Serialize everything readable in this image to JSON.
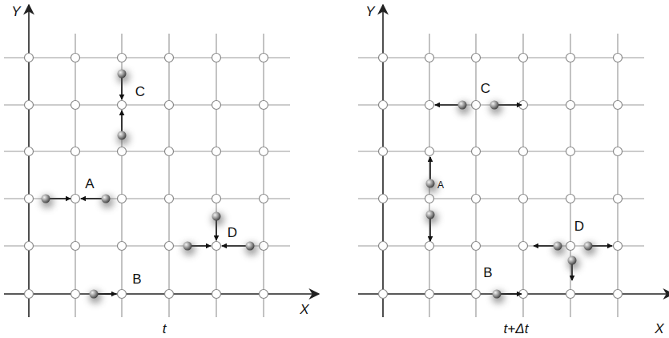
{
  "diagram": {
    "labels": [
      "Y",
      "C",
      "A",
      "D",
      "B",
      "X",
      "t",
      "Y",
      "C",
      "A",
      "D",
      "B",
      "X",
      "t+Δt"
    ]
  }
}
